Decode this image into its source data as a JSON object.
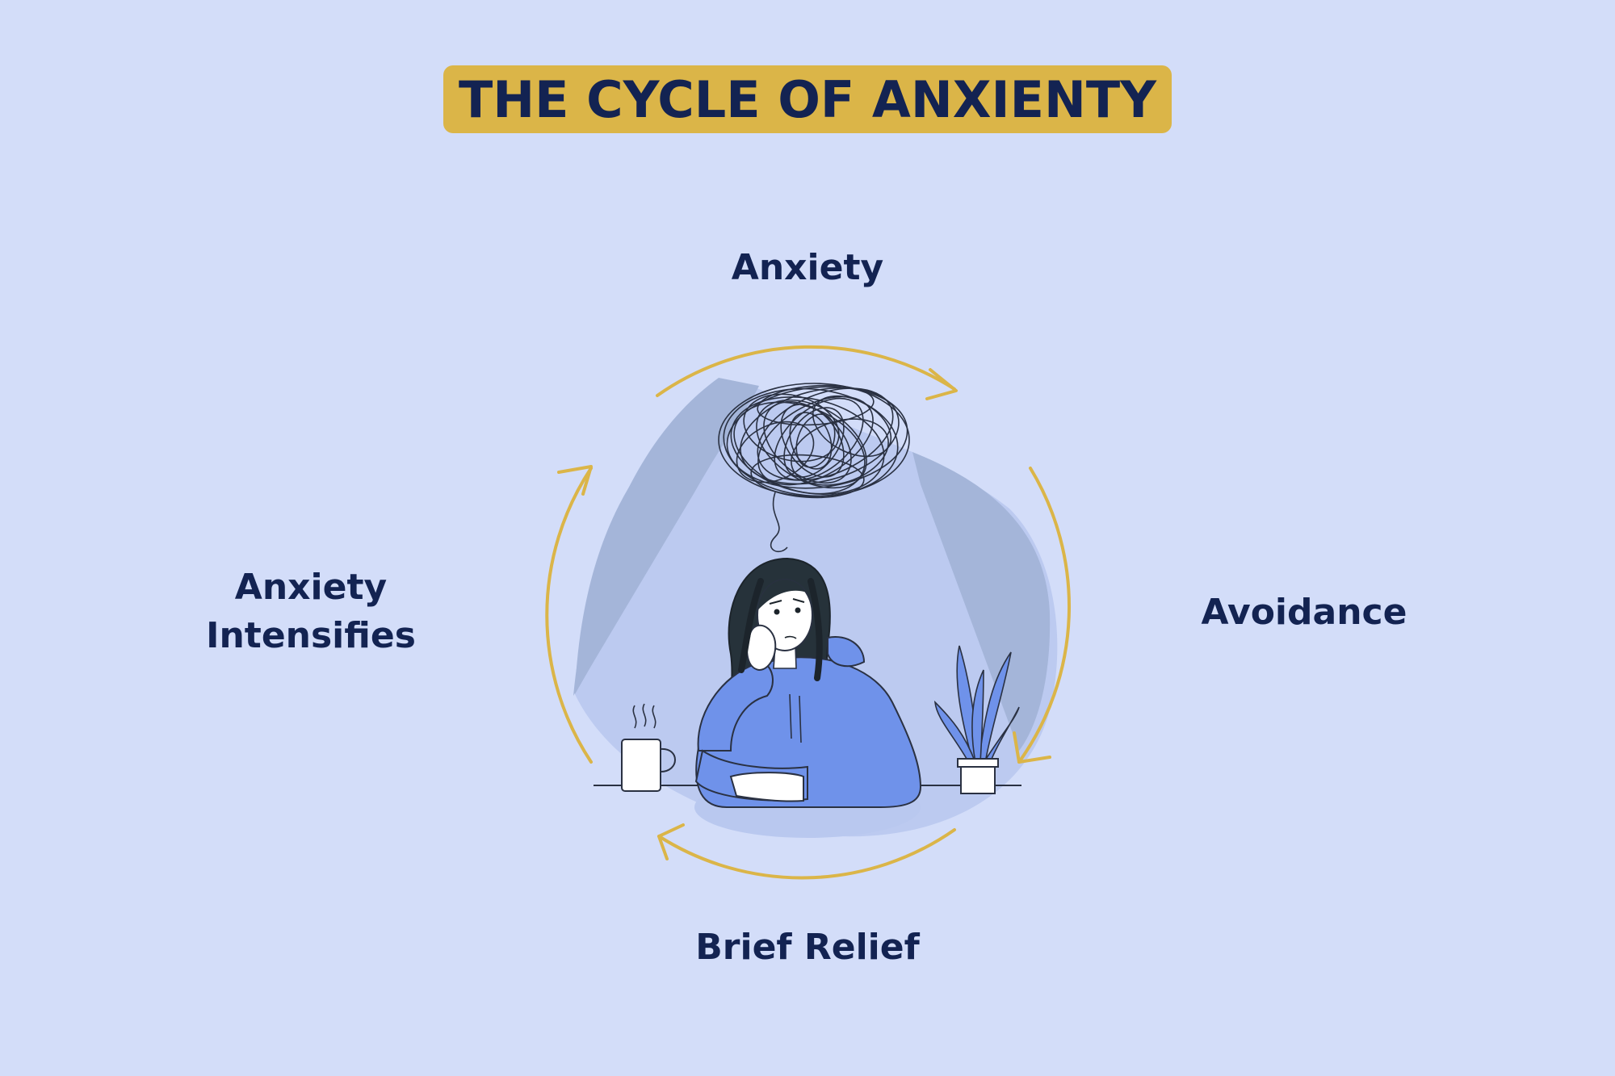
{
  "title": "THE CYCLE OF ANXIENTY",
  "stages": {
    "top": "Anxiety",
    "right": "Avoidance",
    "bottom": "Brief Relief",
    "left_line1": "Anxiety",
    "left_line2": "Intensifies"
  },
  "colors": {
    "background": "#d3ddf9",
    "title_badge": "#dbb548",
    "text": "#132352",
    "arrows": "#dbb548",
    "hoodie": "#6f92ea",
    "blob": "#a4b5d9"
  },
  "icons": [
    "tangled-thought-cloud-icon",
    "coffee-mug-icon",
    "potted-plant-icon",
    "worried-person-illustration"
  ]
}
